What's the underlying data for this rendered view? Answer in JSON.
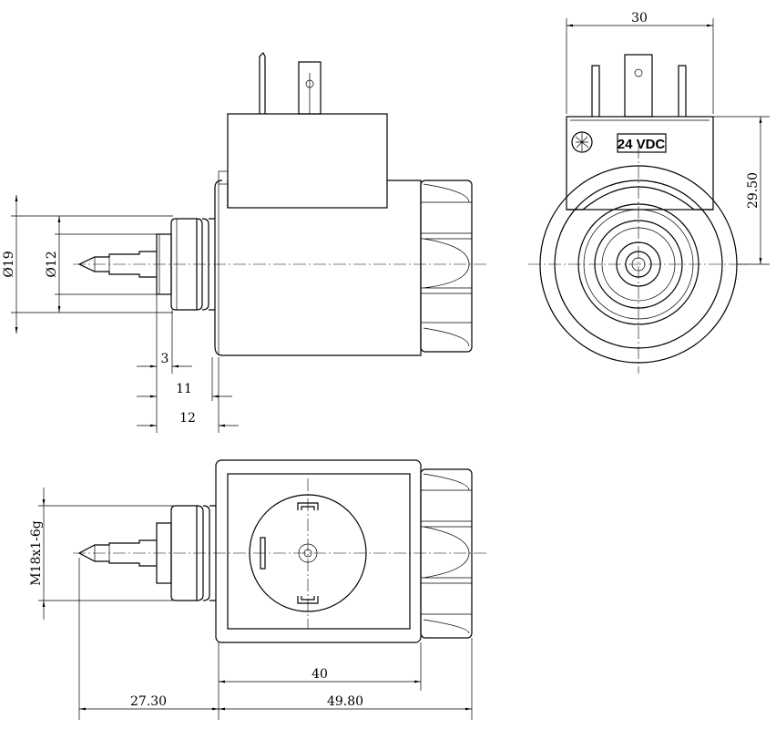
{
  "dimensions": {
    "width_30": "30",
    "height_29_50": "29.50",
    "dia_19": "Ø19",
    "dia_12": "Ø12",
    "len_3": "3",
    "len_11": "11",
    "len_12": "12",
    "thread": "M18x1-6g",
    "len_40": "40",
    "len_27_30": "27.30",
    "len_49_80": "49.80"
  },
  "coil_label": "24 VDC",
  "colors": {
    "line": "#000000",
    "background": "#ffffff"
  }
}
